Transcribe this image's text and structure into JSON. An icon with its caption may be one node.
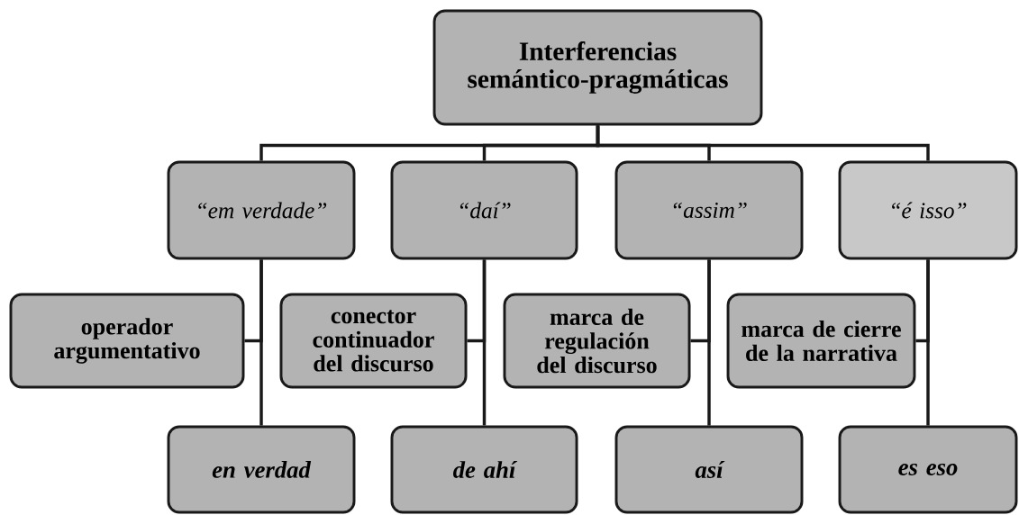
{
  "diagram": {
    "nodes": [
      {
        "text": [
          "Interferencias semántico-pragmáticas"
        ]
      },
      {
        "text": [
          "“em verdade”"
        ]
      },
      {
        "text": [
          "“daí”"
        ]
      },
      {
        "text": [
          "“assim”"
        ]
      },
      {
        "text": [
          "“é isso”"
        ]
      },
      {
        "text": [
          "operador argumentativo"
        ]
      },
      {
        "text": [
          "conector continuador del discurso"
        ]
      },
      {
        "text": [
          "marca de regulación del discurso"
        ]
      },
      {
        "text": [
          "marca de cierre de la narrativa"
        ]
      },
      {
        "text": [
          "en verdad"
        ]
      },
      {
        "text": [
          "de ahí"
        ]
      },
      {
        "text": [
          "así"
        ]
      },
      {
        "text": [
          "es eso"
        ]
      }
    ],
    "edges": [
      {
        "from": 0,
        "to": 1,
        "arrow": "none"
      },
      {
        "from": 0,
        "to": 2,
        "arrow": "none"
      },
      {
        "from": 0,
        "to": 3,
        "arrow": "none"
      },
      {
        "from": 0,
        "to": 4,
        "arrow": "none"
      },
      {
        "from": 1,
        "to": 5,
        "arrow": "none"
      },
      {
        "from": 1,
        "to": 9,
        "arrow": "none"
      },
      {
        "from": 2,
        "to": 6,
        "arrow": "none"
      },
      {
        "from": 2,
        "to": 10,
        "arrow": "none"
      },
      {
        "from": 3,
        "to": 7,
        "arrow": "none"
      },
      {
        "from": 3,
        "to": 11,
        "arrow": "none"
      },
      {
        "from": 4,
        "to": 8,
        "arrow": "none"
      },
      {
        "from": 4,
        "to": 12,
        "arrow": "none"
      }
    ]
  }
}
